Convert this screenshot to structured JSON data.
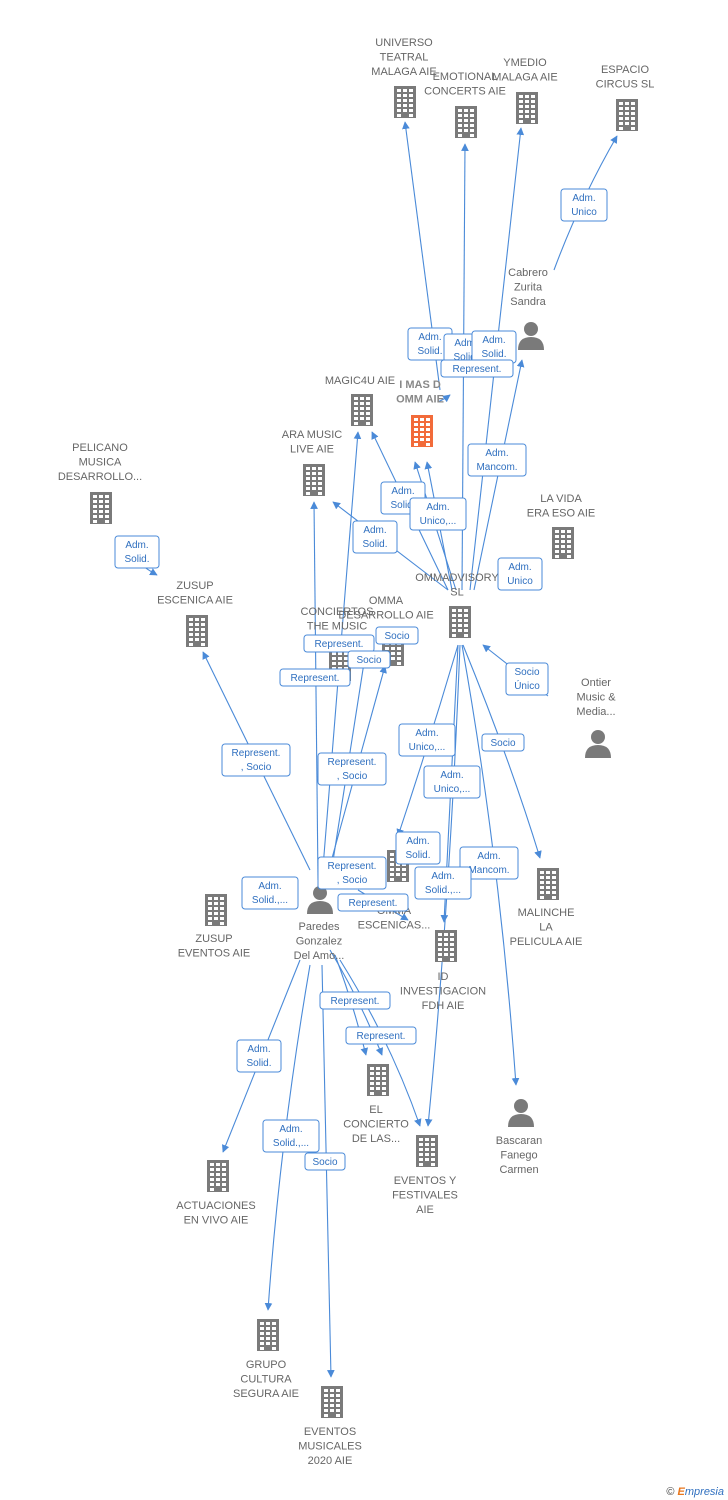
{
  "diagram": {
    "colors": {
      "edge": "#4a8ad8",
      "node": "#7a7a7a",
      "central": "#f26b3a",
      "label": "#666666"
    },
    "nodes": [
      {
        "id": "universo",
        "type": "company",
        "lines": [
          "UNIVERSO",
          "TEATRAL",
          "MALAGA AIE"
        ]
      },
      {
        "id": "emotional",
        "type": "company",
        "lines": [
          "EMOTIONAL",
          "CONCERTS AIE"
        ]
      },
      {
        "id": "ymedio",
        "type": "company",
        "lines": [
          "YMEDIO",
          "MALAGA AIE"
        ]
      },
      {
        "id": "circus",
        "type": "company",
        "lines": [
          "ESPACIO",
          "CIRCUS SL"
        ]
      },
      {
        "id": "cabrero",
        "type": "person",
        "lines": [
          "Cabrero",
          "Zurita",
          "Sandra"
        ]
      },
      {
        "id": "magic4u",
        "type": "company",
        "lines": [
          "MAGIC4U AIE"
        ]
      },
      {
        "id": "imasd",
        "type": "company",
        "central": true,
        "lines": [
          "I MAS D",
          "OMM AIE"
        ]
      },
      {
        "id": "aramusic",
        "type": "company",
        "lines": [
          "ARA MUSIC",
          "LIVE AIE"
        ]
      },
      {
        "id": "pelicano",
        "type": "company",
        "lines": [
          "PELICANO",
          "MUSICA",
          "DESARROLLO..."
        ]
      },
      {
        "id": "laVida",
        "type": "company",
        "lines": [
          "LA VIDA",
          "ERA ESO AIE"
        ]
      },
      {
        "id": "zusupEsc",
        "type": "company",
        "lines": [
          "ZUSUP",
          "ESCENICA AIE"
        ]
      },
      {
        "id": "ommadvisory",
        "type": "company",
        "lines": [
          "OMMADVISORY",
          "SL"
        ]
      },
      {
        "id": "conciertos",
        "type": "company",
        "lines": [
          "CONCIERTOS",
          "THE MUSIC",
          "R..."
        ]
      },
      {
        "id": "ommaDes",
        "type": "company",
        "lines": [
          "OMMA",
          "DESARROLLO AIE"
        ]
      },
      {
        "id": "ontier",
        "type": "person",
        "lines": [
          "Ontier",
          "Music &",
          "Media..."
        ]
      },
      {
        "id": "ommaEsc",
        "type": "company",
        "lines": [
          "OMMA",
          "ESCENICAS..."
        ]
      },
      {
        "id": "malinche",
        "type": "company",
        "lines": [
          "MALINCHE",
          "LA",
          "PELICULA AIE"
        ]
      },
      {
        "id": "zusupEv",
        "type": "company",
        "lines": [
          "ZUSUP",
          "EVENTOS AIE"
        ]
      },
      {
        "id": "paredes",
        "type": "person",
        "lines": [
          "Paredes",
          "Gonzalez",
          "Del Amo..."
        ]
      },
      {
        "id": "idinv",
        "type": "company",
        "lines": [
          "ID",
          "INVESTIGACION",
          "FDH AIE"
        ]
      },
      {
        "id": "elConcierto",
        "type": "company",
        "lines": [
          "EL",
          "CONCIERTO",
          "DE LAS..."
        ]
      },
      {
        "id": "bascaran",
        "type": "person",
        "lines": [
          "Bascaran",
          "Fanego",
          "Carmen"
        ]
      },
      {
        "id": "eventosFest",
        "type": "company",
        "lines": [
          "EVENTOS Y",
          "FESTIVALES",
          "AIE"
        ]
      },
      {
        "id": "actuaciones",
        "type": "company",
        "lines": [
          "ACTUACIONES",
          "EN VIVO AIE"
        ]
      },
      {
        "id": "grupoCultura",
        "type": "company",
        "lines": [
          "GRUPO",
          "CULTURA",
          "SEGURA AIE"
        ]
      },
      {
        "id": "eventosMus",
        "type": "company",
        "lines": [
          "EVENTOS",
          "MUSICALES",
          "2020 AIE"
        ]
      }
    ],
    "edge_labels": [
      {
        "lines": [
          "Adm.",
          "Unico"
        ]
      },
      {
        "lines": [
          "Adm.",
          "Solid."
        ]
      },
      {
        "lines": [
          "Adm.",
          "Solid."
        ]
      },
      {
        "lines": [
          "Adm.",
          "Solid."
        ]
      },
      {
        "lines": [
          "Represent."
        ]
      },
      {
        "lines": [
          "Adm.",
          "Mancom."
        ]
      },
      {
        "lines": [
          "Adm.",
          "Solid."
        ]
      },
      {
        "lines": [
          "Adm.",
          "Unico,..."
        ]
      },
      {
        "lines": [
          "Adm.",
          "Solid."
        ]
      },
      {
        "lines": [
          "Adm.",
          "Unico"
        ]
      },
      {
        "lines": [
          "Adm.",
          "Solid."
        ]
      },
      {
        "lines": [
          "Represent."
        ]
      },
      {
        "lines": [
          "Socio"
        ]
      },
      {
        "lines": [
          "Socio"
        ]
      },
      {
        "lines": [
          "Represent."
        ]
      },
      {
        "lines": [
          "Socio",
          "Único"
        ]
      },
      {
        "lines": [
          "Adm.",
          "Unico,..."
        ]
      },
      {
        "lines": [
          "Socio"
        ]
      },
      {
        "lines": [
          "Represent.",
          ", Socio"
        ]
      },
      {
        "lines": [
          "Represent.",
          ", Socio"
        ]
      },
      {
        "lines": [
          "Adm.",
          "Unico,..."
        ]
      },
      {
        "lines": [
          "Adm.",
          "Solid."
        ]
      },
      {
        "lines": [
          "Adm.",
          "Mancom."
        ]
      },
      {
        "lines": [
          "Represent.",
          ", Socio"
        ]
      },
      {
        "lines": [
          "Adm.",
          "Solid.,..."
        ]
      },
      {
        "lines": [
          "Represent."
        ]
      },
      {
        "lines": [
          "Adm.",
          "Solid.,..."
        ]
      },
      {
        "lines": [
          "Represent."
        ]
      },
      {
        "lines": [
          "Represent."
        ]
      },
      {
        "lines": [
          "Adm.",
          "Solid."
        ]
      },
      {
        "lines": [
          "Adm.",
          "Solid.,..."
        ]
      },
      {
        "lines": [
          "Socio"
        ]
      }
    ]
  },
  "footer": {
    "copyright_symbol": "©",
    "brand_initial": "E",
    "brand_rest": "mpresia"
  }
}
